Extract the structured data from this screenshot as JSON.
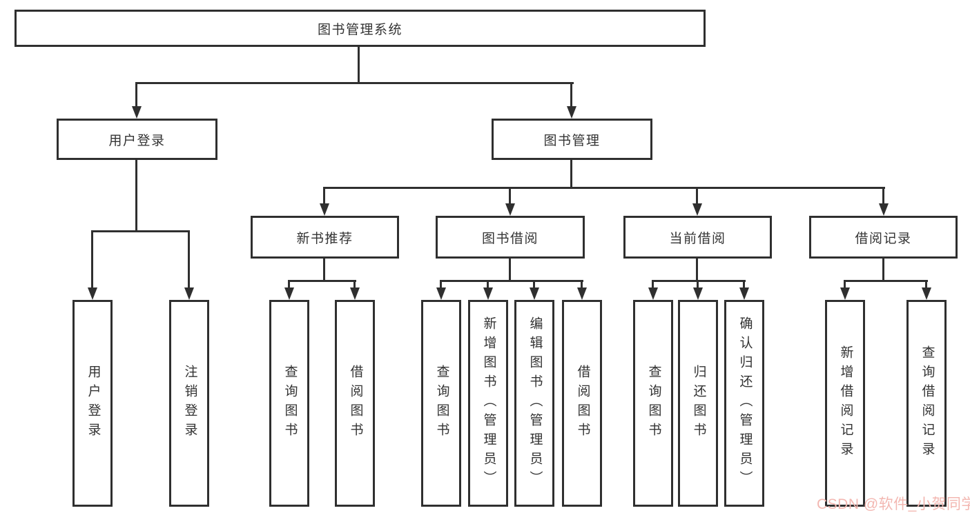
{
  "colors": {
    "line": "#2f2f2f",
    "box_border": "#2f2f2f",
    "text": "#333333",
    "background": "#ffffff",
    "watermark": "#f3b7b1"
  },
  "watermark": {
    "text": "CSDN @软件_小贺同学"
  },
  "tree": {
    "label": "图书管理系统",
    "children": [
      {
        "label": "用户登录",
        "children": [
          {
            "label": "用户登录"
          },
          {
            "label": "注销登录"
          }
        ]
      },
      {
        "label": "图书管理",
        "children": [
          {
            "label": "新书推荐",
            "children": [
              {
                "label": "查询图书"
              },
              {
                "label": "借阅图书"
              }
            ]
          },
          {
            "label": "图书借阅",
            "children": [
              {
                "label": "查询图书"
              },
              {
                "label": "新增图书（管理员）"
              },
              {
                "label": "编辑图书（管理员）"
              },
              {
                "label": "借阅图书"
              }
            ]
          },
          {
            "label": "当前借阅",
            "children": [
              {
                "label": "查询图书"
              },
              {
                "label": "归还图书"
              },
              {
                "label": "确认归还（管理员）"
              }
            ]
          },
          {
            "label": "借阅记录",
            "children": [
              {
                "label": "新增借阅记录"
              },
              {
                "label": "查询借阅记录"
              }
            ]
          }
        ]
      }
    ]
  }
}
